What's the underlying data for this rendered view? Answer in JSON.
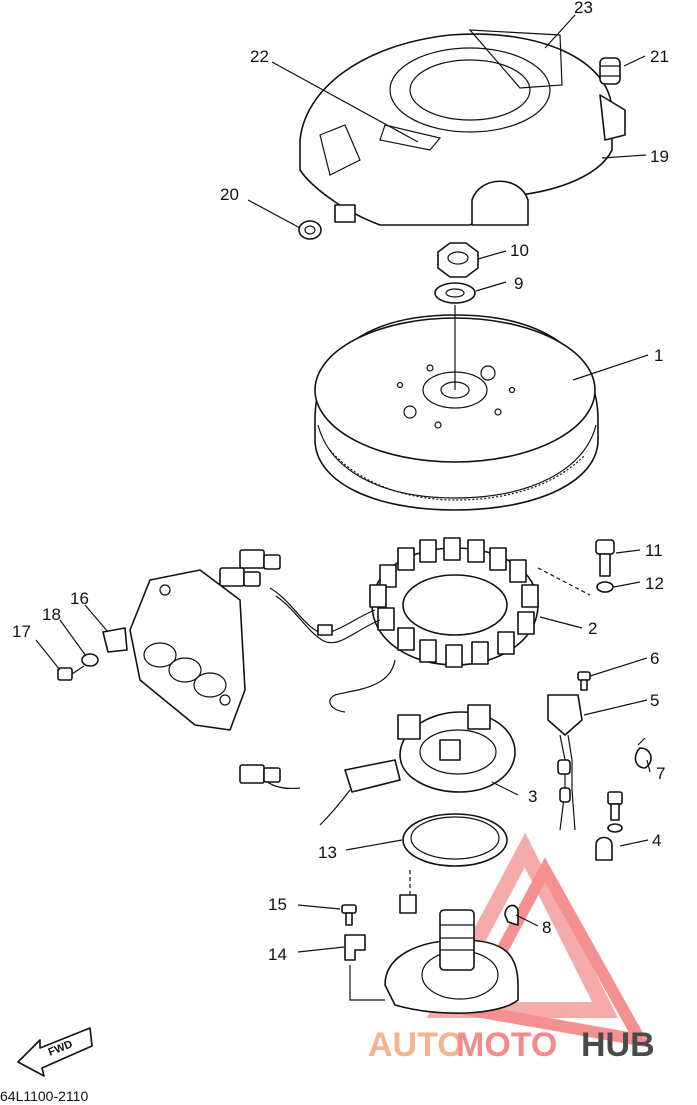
{
  "drawing_code": "64L1100-2110",
  "fwd_label": "FWD",
  "watermark": {
    "part1": "AUTO",
    "part2": "MOTO",
    "part3": "HUB"
  },
  "callouts": {
    "c1": "1",
    "c2": "2",
    "c3": "3",
    "c4": "4",
    "c5": "5",
    "c6": "6",
    "c7": "7",
    "c8": "8",
    "c9": "9",
    "c10": "10",
    "c11": "11",
    "c12": "12",
    "c13": "13",
    "c14": "14",
    "c15": "15",
    "c16": "16",
    "c17": "17",
    "c18": "18",
    "c19": "19",
    "c20": "20",
    "c21": "21",
    "c22": "22",
    "c23": "23"
  }
}
